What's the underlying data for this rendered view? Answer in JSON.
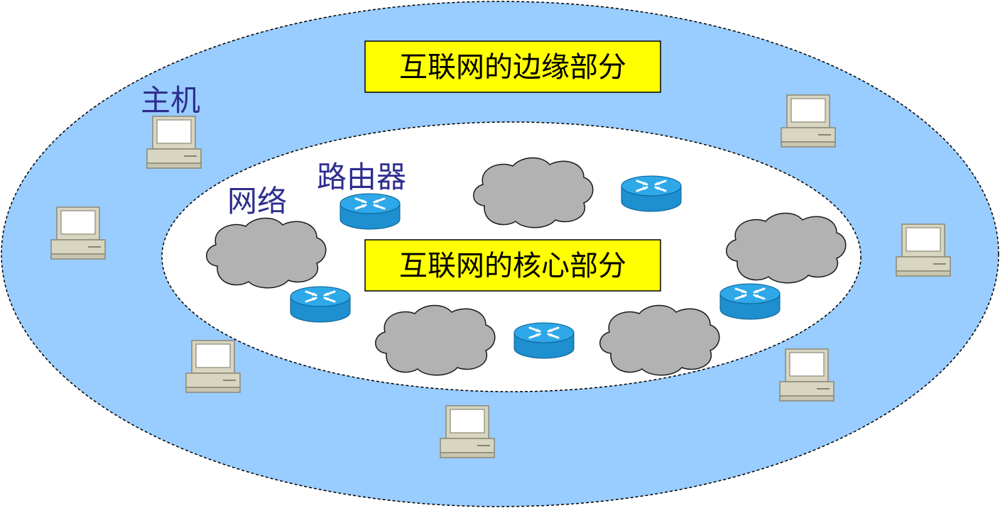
{
  "labels": {
    "edge_title": "互联网的边缘部分",
    "core_title": "互联网的核心部分",
    "host": "主机",
    "network": "网络",
    "router": "路由器"
  },
  "colors": {
    "edge_fill": "#99ccff",
    "core_fill": "#ffffff",
    "title_box_fill": "#ffff00",
    "label_color": "#2e2e8f",
    "cloud_fill": "#b2b2b2",
    "router_body": "#1e8fcf",
    "router_top": "#2ea8e8",
    "computer_body": "#d8d6c0"
  }
}
